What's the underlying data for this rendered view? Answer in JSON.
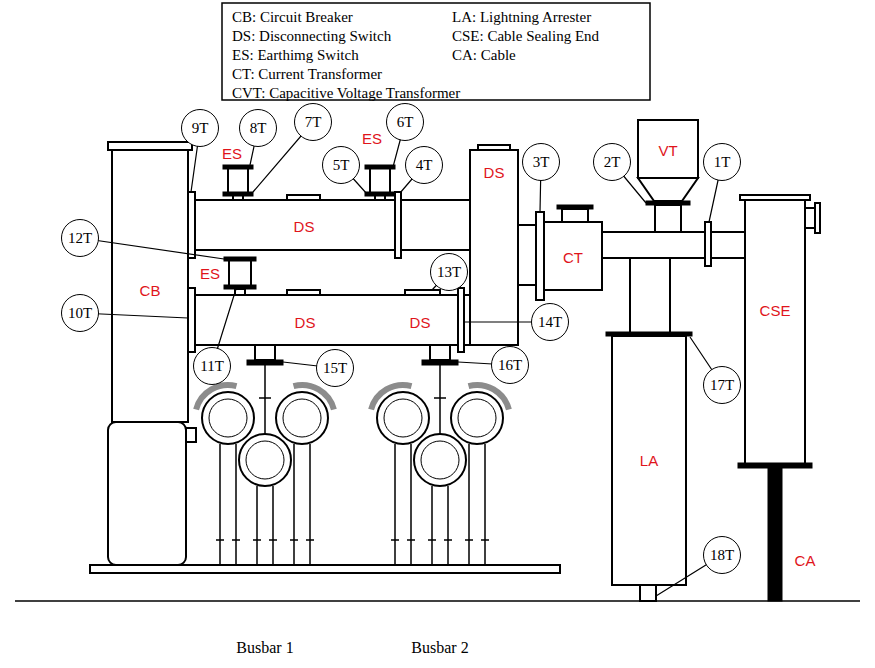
{
  "diagram": {
    "nodes": [
      {
        "text": [
          "9T"
        ]
      },
      {
        "text": [
          "8T"
        ]
      },
      {
        "text": [
          "7T"
        ]
      },
      {
        "text": [
          "6T"
        ]
      },
      {
        "text": [
          "5T"
        ]
      },
      {
        "text": [
          "4T"
        ]
      },
      {
        "text": [
          "3T"
        ]
      },
      {
        "text": [
          "2T"
        ]
      },
      {
        "text": [
          "1T"
        ]
      },
      {
        "text": [
          "12T"
        ]
      },
      {
        "text": [
          "13T"
        ]
      },
      {
        "text": [
          "10T"
        ]
      },
      {
        "text": [
          "14T"
        ]
      },
      {
        "text": [
          "11T"
        ]
      },
      {
        "text": [
          "15T"
        ]
      },
      {
        "text": [
          "16T"
        ]
      },
      {
        "text": [
          "17T"
        ]
      },
      {
        "text": [
          "18T"
        ]
      }
    ],
    "labels": [
      "ES",
      "ES",
      "DS",
      "DS",
      "CT",
      "VT",
      "CSE",
      "CB",
      "ES",
      "DS",
      "DS",
      "LA",
      "CA",
      "Busbar 1",
      "Busbar 2"
    ],
    "legend": [
      {
        "text": "CB: Circuit Breaker"
      },
      {
        "text": "DS: Disconnecting Switch"
      },
      {
        "text": "ES: Earthimg Switch"
      },
      {
        "text": "CT: Current Transformer"
      },
      {
        "text": "CVT: Capacitive Voltage Transformer"
      },
      {
        "text": "LA: Lightning Arrester"
      },
      {
        "text": "CSE: Cable Sealing End"
      },
      {
        "text": "CA: Cable"
      }
    ]
  }
}
